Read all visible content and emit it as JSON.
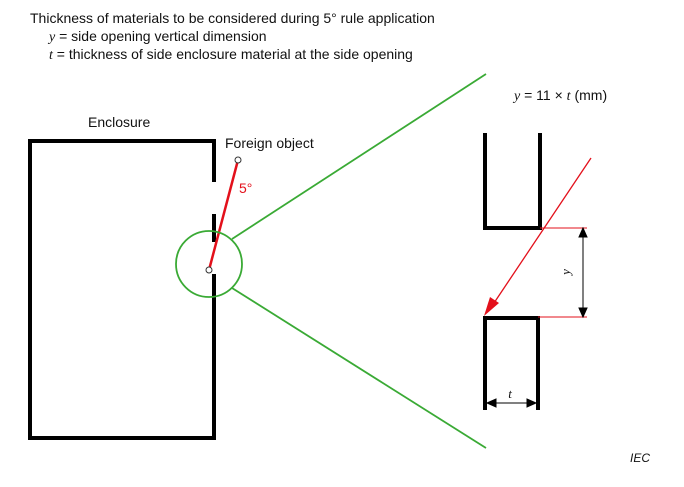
{
  "header": {
    "title": "Thickness of materials to be considered during 5° rule application",
    "y_symbol": "y",
    "y_definition": " = side opening vertical dimension",
    "t_symbol": "t",
    "t_definition": " = thickness of side enclosure material at the side opening"
  },
  "labels": {
    "enclosure": "Enclosure",
    "foreign_object": "Foreign object",
    "angle": "5°",
    "y_dim": "y",
    "t_dim": "t",
    "credit": "IEC"
  },
  "equation": {
    "lhs": "y",
    "middle": " = 11 × ",
    "var": "t",
    "unit": " (mm)"
  },
  "colors": {
    "outline": "#000000",
    "rule_line": "#e3101b",
    "magnifier": "#3aaa35"
  }
}
